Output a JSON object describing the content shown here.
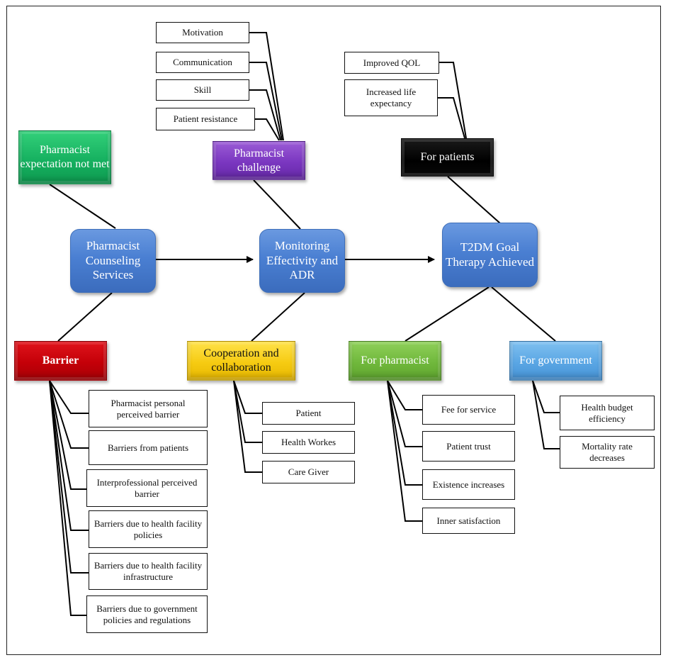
{
  "colors": {
    "hub": "#4a7fd2",
    "pharmacist_expectation": "#16b160",
    "pharmacist_challenge": "#7a36c0",
    "for_patients": "#000000",
    "barrier": "#c40008",
    "cooperation": "#f6cb12",
    "for_pharmacist": "#70b83c",
    "for_government": "#5aa6e4"
  },
  "hubs": {
    "counseling": "Pharmacist Counseling Services",
    "monitoring": "Monitoring Effectivity and ADR",
    "goal": "T2DM Goal Therapy Achieved"
  },
  "categories": {
    "expectation": "Pharmacist expectation not met",
    "challenge": "Pharmacist challenge",
    "for_patients": "For patients",
    "barrier": "Barrier",
    "cooperation": "Cooperation and collaboration",
    "for_pharmacist": "For pharmacist",
    "for_government": "For government"
  },
  "challenge_items": [
    "Motivation",
    "Communication",
    "Skill",
    "Patient resistance"
  ],
  "patient_items": [
    "Improved QOL",
    "Increased life expectancy"
  ],
  "barrier_items": [
    "Pharmacist personal perceived barrier",
    "Barriers from patients",
    "Interprofessional perceived barrier",
    "Barriers due to health facility policies",
    "Barriers due to health facility infrastructure",
    "Barriers due to government policies and regulations"
  ],
  "cooperation_items": [
    "Patient",
    "Health Workes",
    "Care Giver"
  ],
  "pharmacist_items": [
    "Fee for service",
    "Patient trust",
    "Existence increases",
    "Inner satisfaction"
  ],
  "government_items": [
    "Health budget efficiency",
    "Mortality rate decreases"
  ]
}
